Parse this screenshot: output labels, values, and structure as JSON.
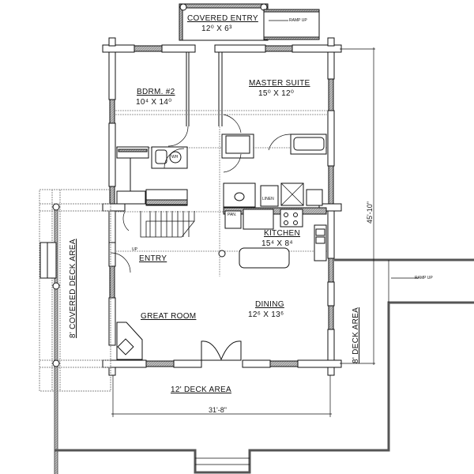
{
  "rooms": {
    "covered_entry": {
      "name": "COVERED ENTRY",
      "size": "12⁰ X 6³"
    },
    "bedroom2": {
      "name": "BDRM. #2",
      "size": "10⁴ X 14⁰"
    },
    "master_suite": {
      "name": "MASTER SUITE",
      "size": "15⁰ X 12⁰"
    },
    "kitchen": {
      "name": "KITCHEN",
      "size": "15⁴ X 8⁴"
    },
    "entry": {
      "name": "ENTRY"
    },
    "great_room": {
      "name": "GREAT ROOM"
    },
    "dining": {
      "name": "DINING",
      "size": "12⁶ X 13⁶"
    }
  },
  "decks": {
    "left": "8' COVERED DECK AREA",
    "right": "8' DECK AREA",
    "bottom": "12' DECK AREA"
  },
  "dimensions": {
    "overall_depth": "45'-10\"",
    "overall_width": "31'-8\""
  },
  "fixtures": {
    "ramp_top": "RAMP UP",
    "ramp_right": "RAMP UP",
    "linen": "LINEN",
    "pantry": "PAN.",
    "water_heater": "WH",
    "stair_up": "UP"
  },
  "colors": {
    "line": "#111111",
    "hatch": "#8a8a8a",
    "background": "#ffffff"
  }
}
